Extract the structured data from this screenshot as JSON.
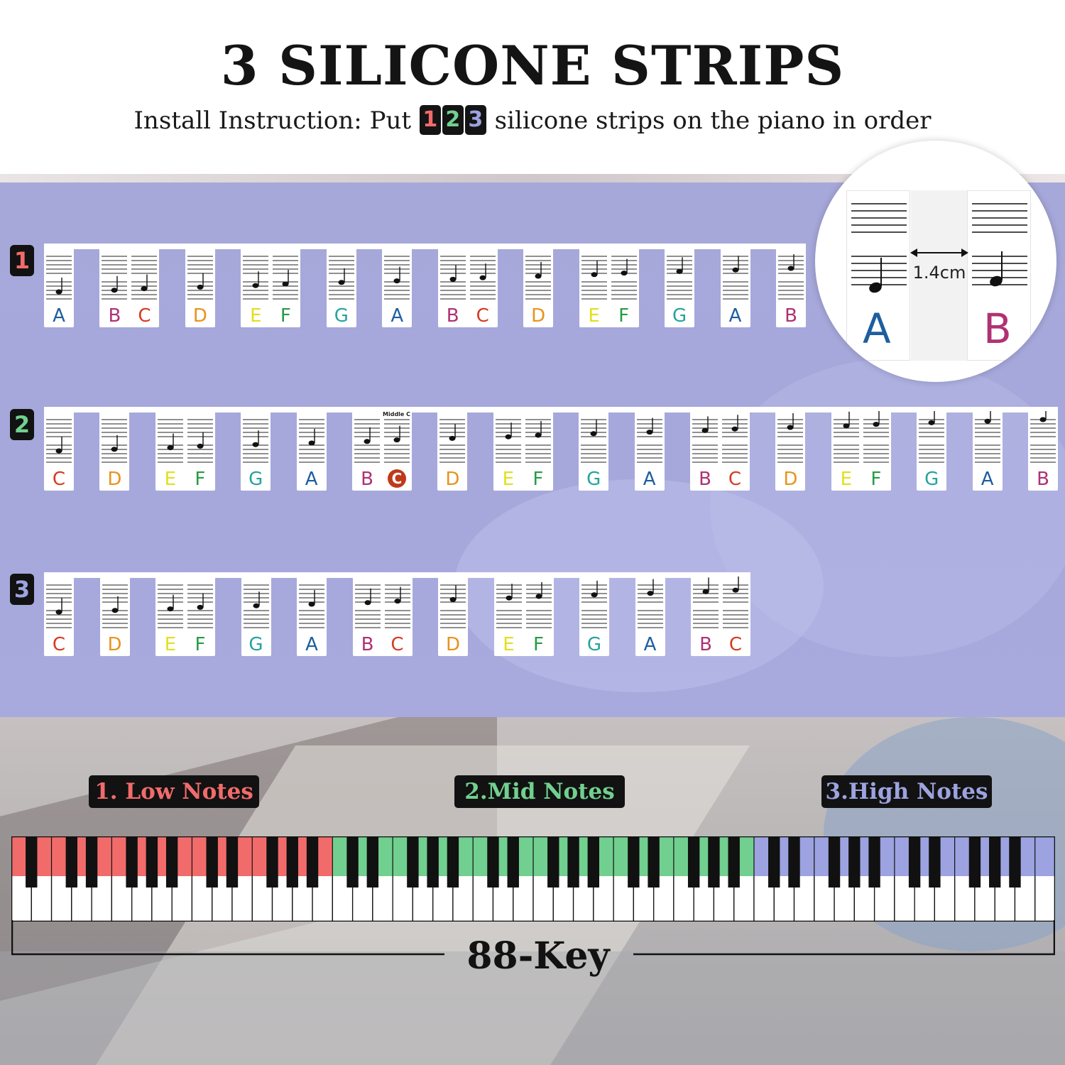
{
  "header": {
    "title": "3 SILICONE STRIPS",
    "subtitle_before": "Install Instruction: Put ",
    "subtitle_after": " silicone strips on the piano in order",
    "badges": [
      {
        "label": "1",
        "color": "#f26b6b"
      },
      {
        "label": "2",
        "color": "#71d08f"
      },
      {
        "label": "3",
        "color": "#9da3e0"
      }
    ]
  },
  "note_colors": {
    "C": "#d63a20",
    "D": "#e8931e",
    "E": "#e2df1e",
    "F": "#249d44",
    "G": "#25a39c",
    "A": "#1d5e9e",
    "B": "#b03174"
  },
  "strips": [
    {
      "number": "1",
      "badge_color": "#f26b6b",
      "tag": "LowNotes",
      "cards": [
        [
          "A"
        ],
        [
          "B",
          "C"
        ],
        [
          "D"
        ],
        [
          "E",
          "F"
        ],
        [
          "G"
        ],
        [
          "A"
        ],
        [
          "B",
          "C"
        ],
        [
          "D"
        ],
        [
          "E",
          "F"
        ],
        [
          "G"
        ],
        [
          "A"
        ],
        [
          "B"
        ]
      ]
    },
    {
      "number": "2",
      "badge_color": "#71d08f",
      "tag": "MidNotes",
      "middle_c_label": "Middle C",
      "cards": [
        [
          "C"
        ],
        [
          "D"
        ],
        [
          "E",
          "F"
        ],
        [
          "G"
        ],
        [
          "A"
        ],
        [
          "B",
          "C"
        ],
        [
          "D"
        ],
        [
          "E",
          "F"
        ],
        [
          "G"
        ],
        [
          "A"
        ],
        [
          "B",
          "C"
        ],
        [
          "D"
        ],
        [
          "E",
          "F"
        ],
        [
          "G"
        ],
        [
          "A"
        ],
        [
          "B"
        ]
      ]
    },
    {
      "number": "3",
      "badge_color": "#9da3e0",
      "tag": "HighNotes",
      "cards": [
        [
          "C"
        ],
        [
          "D"
        ],
        [
          "E",
          "F"
        ],
        [
          "G"
        ],
        [
          "A"
        ],
        [
          "B",
          "C"
        ],
        [
          "D"
        ],
        [
          "E",
          "F"
        ],
        [
          "G"
        ],
        [
          "A"
        ],
        [
          "B",
          "C"
        ]
      ]
    }
  ],
  "zoom": {
    "left_letter": "A",
    "right_letter": "B",
    "measurement": "1.4cm"
  },
  "sections": [
    {
      "label": "1. Low Notes",
      "color": "#f26b6b"
    },
    {
      "label": "2.Mid Notes",
      "color": "#71d08f"
    },
    {
      "label": "3.High Notes",
      "color": "#9da3e0"
    }
  ],
  "keyboard": {
    "white_keys": 52,
    "low_white_keys": 16,
    "mid_white_keys": 21,
    "high_white_keys": 15,
    "span_label": "88-Key"
  }
}
